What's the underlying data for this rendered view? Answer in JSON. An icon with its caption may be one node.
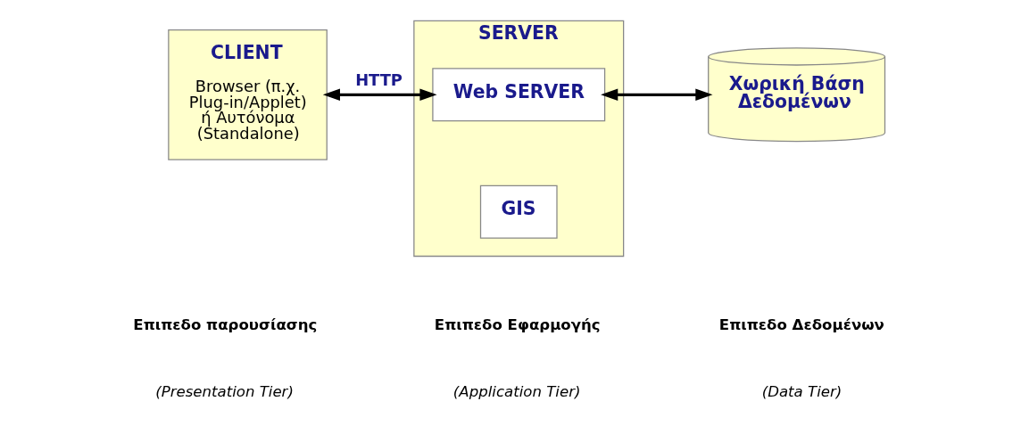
{
  "diagram": {
    "nodes": [
      {
        "text": [
          "CLIENT",
          "Browser (π.χ. Plug-in/Applet) ή Αυτόνομα (Standalone)"
        ]
      },
      {
        "text": [
          "SERVER"
        ]
      },
      {
        "text": [
          "Web SERVER"
        ],
        "in": 1
      },
      {
        "text": [
          "GIS"
        ],
        "in": 1
      },
      {
        "text": [
          "Χωρική Βάση Δεδομένων"
        ]
      }
    ],
    "edges": [
      {
        "from": 0,
        "to": 2,
        "arrow": "both",
        "label": "HTTP"
      },
      {
        "from": 2,
        "to": 4,
        "arrow": "both"
      }
    ],
    "labels": [
      "Επιπεδο παρουσίασης",
      "Επιπεδο Εφαρμογής",
      "Επιπεδο Δεδομένων",
      "(Presentation Tier)",
      "(Application Tier)",
      "(Data Tier)"
    ]
  }
}
